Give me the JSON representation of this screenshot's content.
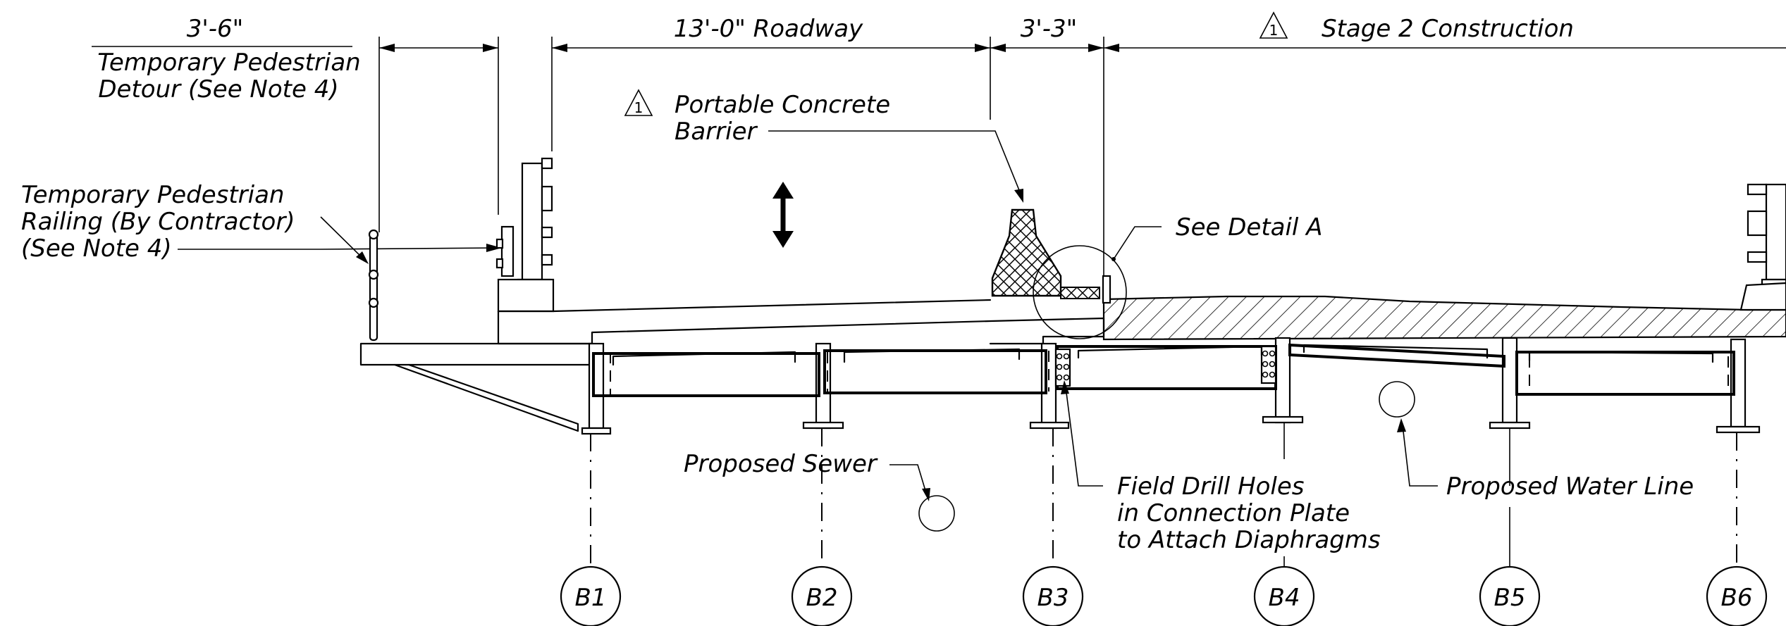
{
  "dimensions": {
    "left_width": "3'-6\"",
    "roadway": "13'-0\" Roadway",
    "barrier_width": "3'-3\"",
    "stage2": "Stage 2 Construction"
  },
  "labels": {
    "detour_line1": "Temporary Pedestrian",
    "detour_line2": "Detour (See Note 4)",
    "railing_line1": "Temporary Pedestrian",
    "railing_line2": "Railing (By Contractor)",
    "railing_line3": "(See Note 4)",
    "barrier_line1": "Portable Concrete",
    "barrier_line2": "Barrier",
    "detail": "See Detail A",
    "sewer": "Proposed Sewer",
    "drill_line1": "Field Drill Holes",
    "drill_line2": "in Connection Plate",
    "drill_line3": "to Attach Diaphragms",
    "water": "Proposed Water Line"
  },
  "revision_mark": "1",
  "beams": [
    "B1",
    "B2",
    "B3",
    "B4",
    "B5",
    "B6"
  ],
  "icons": {
    "revision": "revision-triangle-icon",
    "jack": "double-arrow-icon"
  }
}
